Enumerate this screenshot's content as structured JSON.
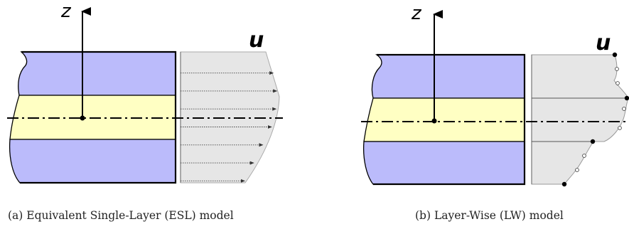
{
  "colors": {
    "outer_layer": "#bbbbfb",
    "core_layer": "#ffffc3",
    "profile_fill": "#e6e6e6",
    "profile_stroke": "#999999"
  },
  "panels": [
    {
      "id": "esl",
      "axis_label": "z",
      "displacement_label": "u",
      "caption": "(a) Equivalent Single-Layer (ESL) model",
      "arrow_count": 7
    },
    {
      "id": "lw",
      "axis_label": "z",
      "displacement_label": "u",
      "caption": "(b) Layer-Wise (LW) model",
      "layer_interfaces": 4
    }
  ]
}
